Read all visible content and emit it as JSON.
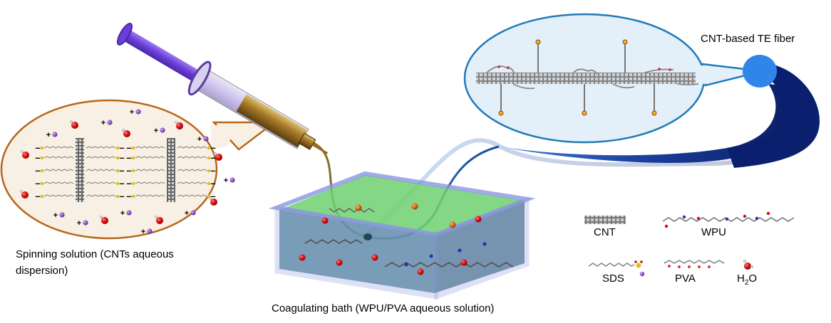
{
  "figure": {
    "spinning_label_line1": "Spinning solution (CNTs aqueous",
    "spinning_label_line2": "dispersion)",
    "bath_label": "Coagulating bath (WPU/PVA aqueous solution)",
    "fiber_label": "CNT-based TE fiber"
  },
  "legend": {
    "items": [
      {
        "key": "cnt",
        "label": "CNT"
      },
      {
        "key": "wpu",
        "label": "WPU"
      },
      {
        "key": "sds",
        "label": "SDS"
      },
      {
        "key": "pva",
        "label": "PVA"
      },
      {
        "key": "h2o",
        "label_main": "H",
        "label_sub": "2",
        "label_tail": "O"
      }
    ]
  },
  "colors": {
    "syringe_plunger": "#7a4ee0",
    "syringe_barrel_fill": "#a8862f",
    "spinning_bubble_fill": "#f8f0e4",
    "spinning_bubble_stroke": "#b8661a",
    "fiber_bubble_fill": "#e3eff9",
    "fiber_bubble_stroke": "#1f7ab8",
    "fiber_dark": "#0a1f6e",
    "fiber_end": "#2f86e8",
    "bath_glass": "#8a96e0",
    "bath_liquid_top": "#6ed06e",
    "bath_liquid_side": "#5a8e9a",
    "water_oxygen": "#e01010",
    "sodium_ion": "#8a4fc0",
    "sulfur": "#e0c020"
  },
  "ions": {
    "anion_symbol": "–",
    "cation_symbol": "+"
  }
}
